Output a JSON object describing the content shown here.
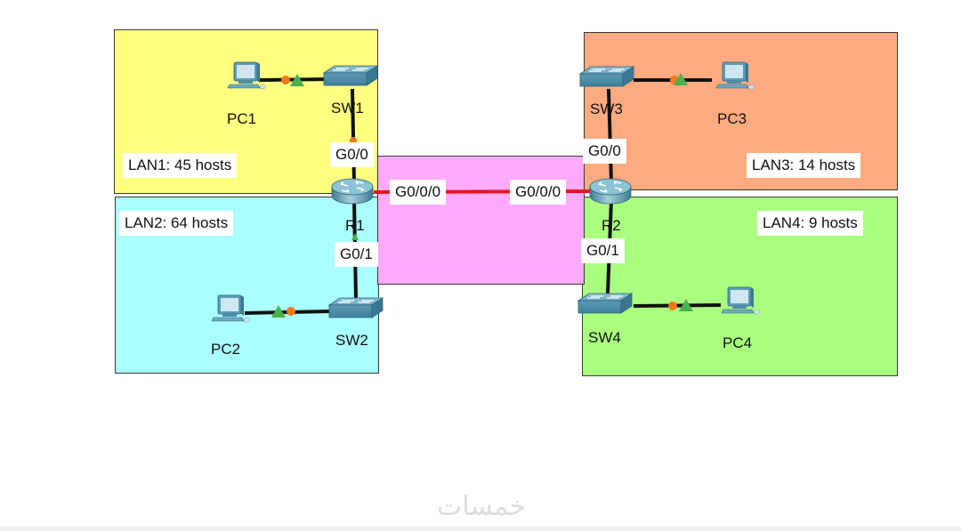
{
  "zones": {
    "lan1": {
      "label": "LAN1: 45 hosts",
      "color": "#ffff80"
    },
    "lan2": {
      "label": "LAN2: 64 hosts",
      "color": "#aaffff"
    },
    "lan3": {
      "label": "LAN3: 14 hosts",
      "color": "#ffaa80"
    },
    "lan4": {
      "label": "LAN4: 9 hosts",
      "color": "#aaff80"
    },
    "wan": {
      "color": "#ffaaff"
    }
  },
  "devices": {
    "pc1": "PC1",
    "pc2": "PC2",
    "pc3": "PC3",
    "pc4": "PC4",
    "sw1": "SW1",
    "sw2": "SW2",
    "sw3": "SW3",
    "sw4": "SW4",
    "r1": "R1",
    "r2": "R2"
  },
  "interfaces": {
    "r1_g00": "G0/0",
    "r1_g01": "G0/1",
    "r1_g000": "G0/0/0",
    "r2_g00": "G0/0",
    "r2_g01": "G0/1",
    "r2_g000": "G0/0/0"
  },
  "links": [
    {
      "from": "PC1",
      "to": "SW1",
      "type": "copper"
    },
    {
      "from": "PC2",
      "to": "SW2",
      "type": "copper"
    },
    {
      "from": "PC3",
      "to": "SW3",
      "type": "copper"
    },
    {
      "from": "PC4",
      "to": "SW4",
      "type": "copper"
    },
    {
      "from": "SW1",
      "to": "R1",
      "type": "copper"
    },
    {
      "from": "SW2",
      "to": "R1",
      "type": "copper"
    },
    {
      "from": "SW3",
      "to": "R2",
      "type": "copper"
    },
    {
      "from": "SW4",
      "to": "R2",
      "type": "copper"
    },
    {
      "from": "R1",
      "to": "R2",
      "type": "serial"
    }
  ],
  "colors": {
    "link": "#111111",
    "serial_link": "#e8141e",
    "port_up": "#4caf50",
    "port_negotiating": "#f07818"
  },
  "watermark": "خمسات"
}
